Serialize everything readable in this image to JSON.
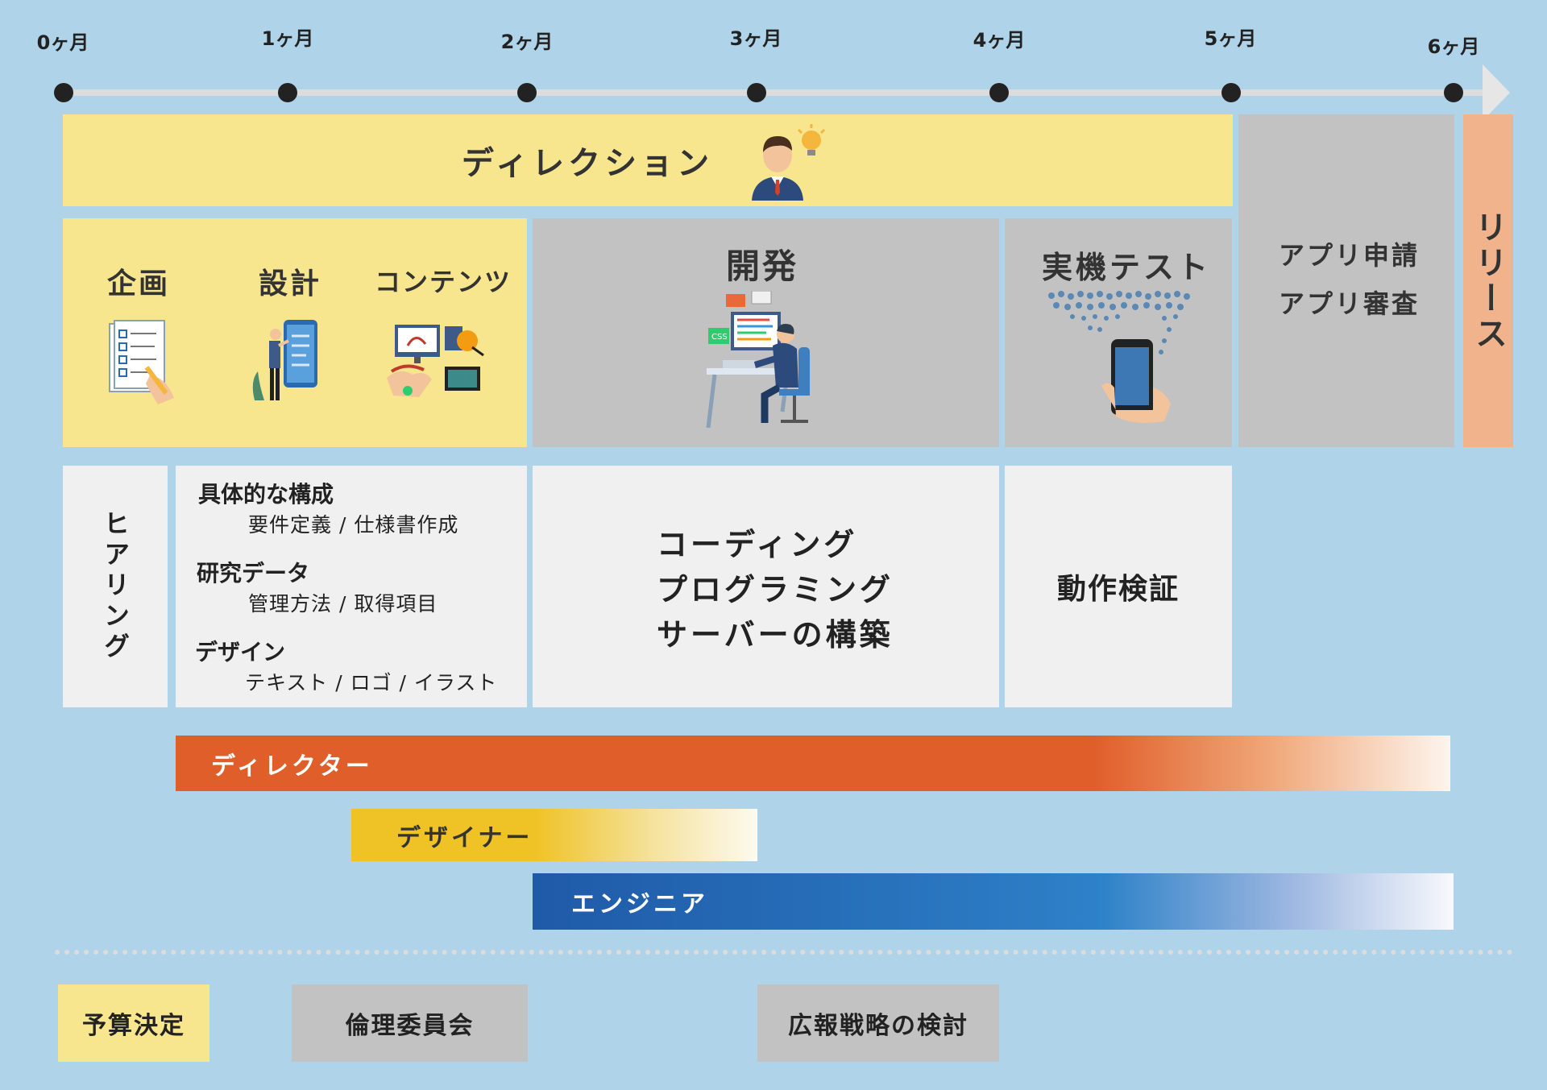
{
  "timeline": {
    "months": [
      "0ヶ月",
      "1ヶ月",
      "2ヶ月",
      "3ヶ月",
      "4ヶ月",
      "5ヶ月",
      "6ヶ月"
    ]
  },
  "direction": {
    "label": "ディレクション"
  },
  "phases": {
    "kikaku": "企画",
    "sekkei": "設計",
    "contents": "コンテンツ",
    "kaihatsu": "開発",
    "test": "実機テスト",
    "app_apply": "アプリ申請",
    "app_review": "アプリ審査",
    "release": "リリース"
  },
  "details": {
    "hearing": "ヒアリング",
    "items": [
      {
        "heading": "具体的な構成",
        "sub": "要件定義 / 仕様書作成"
      },
      {
        "heading": "研究データ",
        "sub": "管理方法 / 取得項目"
      },
      {
        "heading": "デザイン",
        "sub": "テキスト / ロゴ / イラスト"
      }
    ],
    "dev_lines": [
      "コーディング",
      "プログラミング",
      "サーバーの構築"
    ],
    "verification": "動作検証"
  },
  "roles": {
    "director": "ディレクター",
    "designer": "デザイナー",
    "engineer": "エンジニア"
  },
  "bottom": {
    "budget": "予算決定",
    "ethics": "倫理委員会",
    "pr": "広報戦略の検討"
  },
  "colors": {
    "background": "#afd4ea",
    "yellow": "#f8e68e",
    "gray": "#c2c2c2",
    "light": "#f0f0f0",
    "release": "#f0b38b",
    "director": "#e05e2a",
    "designer": "#efc225",
    "engineer": "#1f5aa8"
  }
}
